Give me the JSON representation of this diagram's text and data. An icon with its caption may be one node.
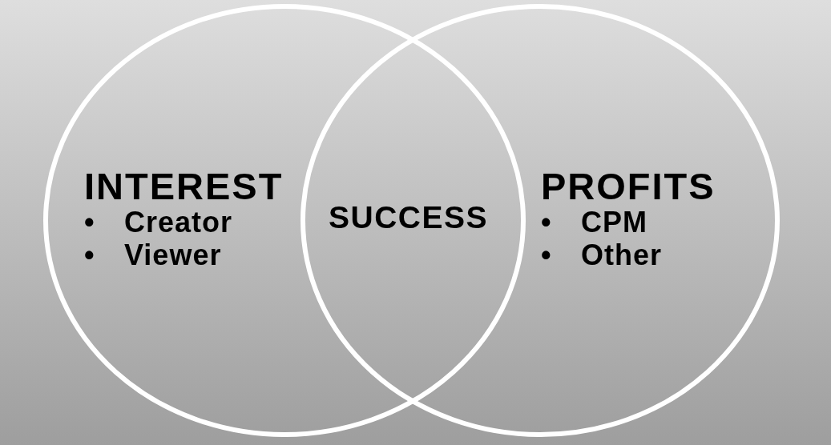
{
  "diagram": {
    "nodes": [
      {
        "text": [
          "INTEREST",
          "•",
          "Creator",
          "•",
          "Viewer"
        ]
      },
      {
        "text": [
          "PROFITS",
          "•",
          "CPM",
          "•",
          "Other"
        ]
      }
    ],
    "labels": [
      "SUCCESS"
    ]
  }
}
